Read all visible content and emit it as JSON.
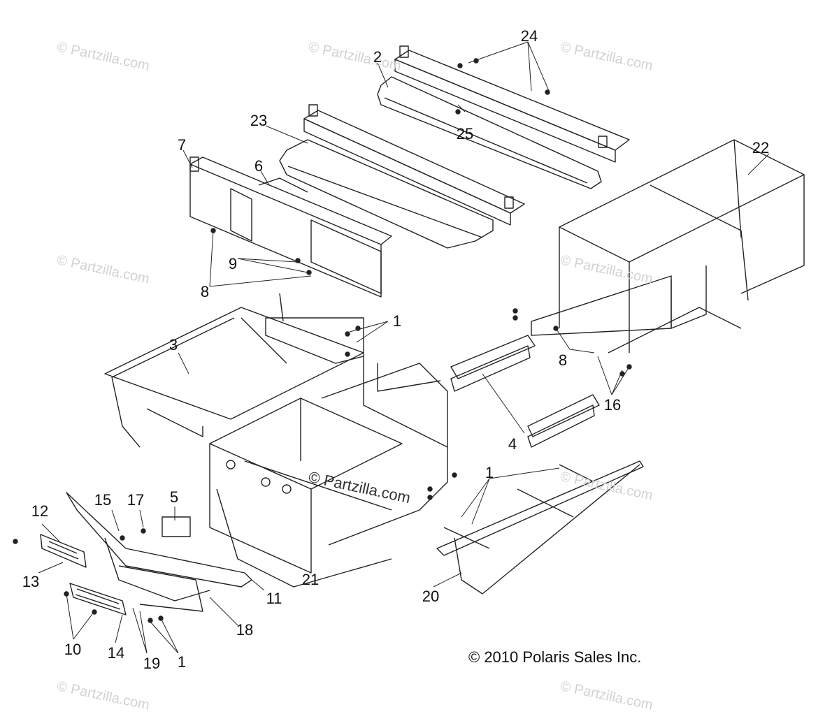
{
  "watermark": "© Partzilla.com",
  "copyright": "© 2010 Polaris Sales Inc.",
  "callouts": [
    "24",
    "2",
    "25",
    "23",
    "7",
    "6",
    "22",
    "9",
    "8",
    "1",
    "3",
    "8",
    "16",
    "4",
    "1",
    "15",
    "17",
    "5",
    "12",
    "13",
    "11",
    "21",
    "20",
    "18",
    "10",
    "14",
    "19",
    "1"
  ]
}
